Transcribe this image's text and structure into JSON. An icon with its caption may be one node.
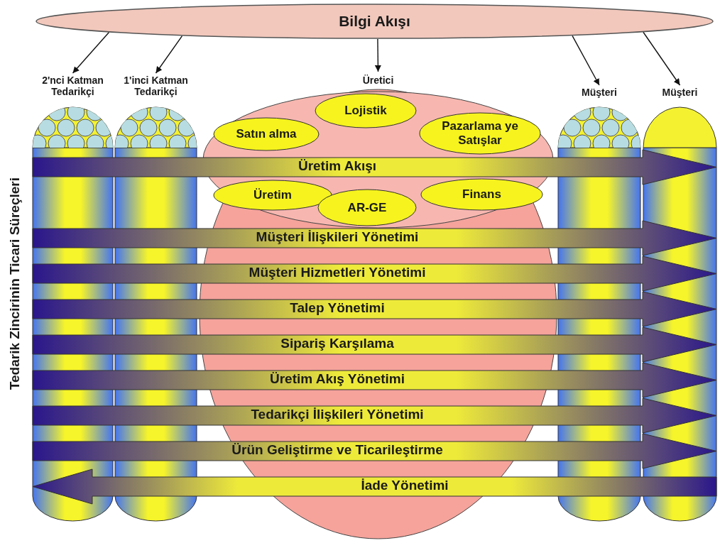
{
  "diagram": {
    "nodes": [
      {
        "text": [
          "Bilgi Akışı"
        ]
      },
      {
        "text": [
          "2'nci Katman Tedarikçi"
        ]
      },
      {
        "text": [
          "1'inci Katman Tedarikçi"
        ]
      },
      {
        "text": [
          "Üretici"
        ]
      },
      {
        "text": [
          "Lojistik"
        ],
        "in": 3
      },
      {
        "text": [
          "Satın alma"
        ],
        "in": 3
      },
      {
        "text": [
          "Pazarlama ye Satışlar"
        ],
        "in": 3
      },
      {
        "text": [
          "Üretim"
        ],
        "in": 3
      },
      {
        "text": [
          "Finans"
        ],
        "in": 3
      },
      {
        "text": [
          "AR-GE"
        ],
        "in": 3
      },
      {
        "text": [
          "Müşteri"
        ]
      },
      {
        "text": [
          "Müşteri"
        ]
      },
      {
        "text": [
          "Üretim Akışı"
        ]
      },
      {
        "text": [
          "Müşteri İlişkileri Yönetimi"
        ]
      },
      {
        "text": [
          "Müşteri Hizmetleri Yönetimi"
        ]
      },
      {
        "text": [
          "Talep Yönetimi"
        ]
      },
      {
        "text": [
          "Sipariş Karşılama"
        ]
      },
      {
        "text": [
          "Üretim Akış Yönetimi"
        ]
      },
      {
        "text": [
          "Tedarikçi İlişkileri Yönetimi"
        ]
      },
      {
        "text": [
          "Ürün Geliştirme ve Ticarileştirme"
        ]
      },
      {
        "text": [
          "İade Yönetimi"
        ]
      }
    ],
    "edges": [
      {
        "from": 0,
        "to": 1,
        "arrow": "to"
      },
      {
        "from": 0,
        "to": 2,
        "arrow": "to"
      },
      {
        "from": 0,
        "to": 3,
        "arrow": "to"
      },
      {
        "from": 0,
        "to": 10,
        "arrow": "to"
      },
      {
        "from": 0,
        "to": 11,
        "arrow": "to"
      }
    ],
    "labels": [
      "Tedarik Zincirinin Ticari Süreçleri"
    ]
  }
}
